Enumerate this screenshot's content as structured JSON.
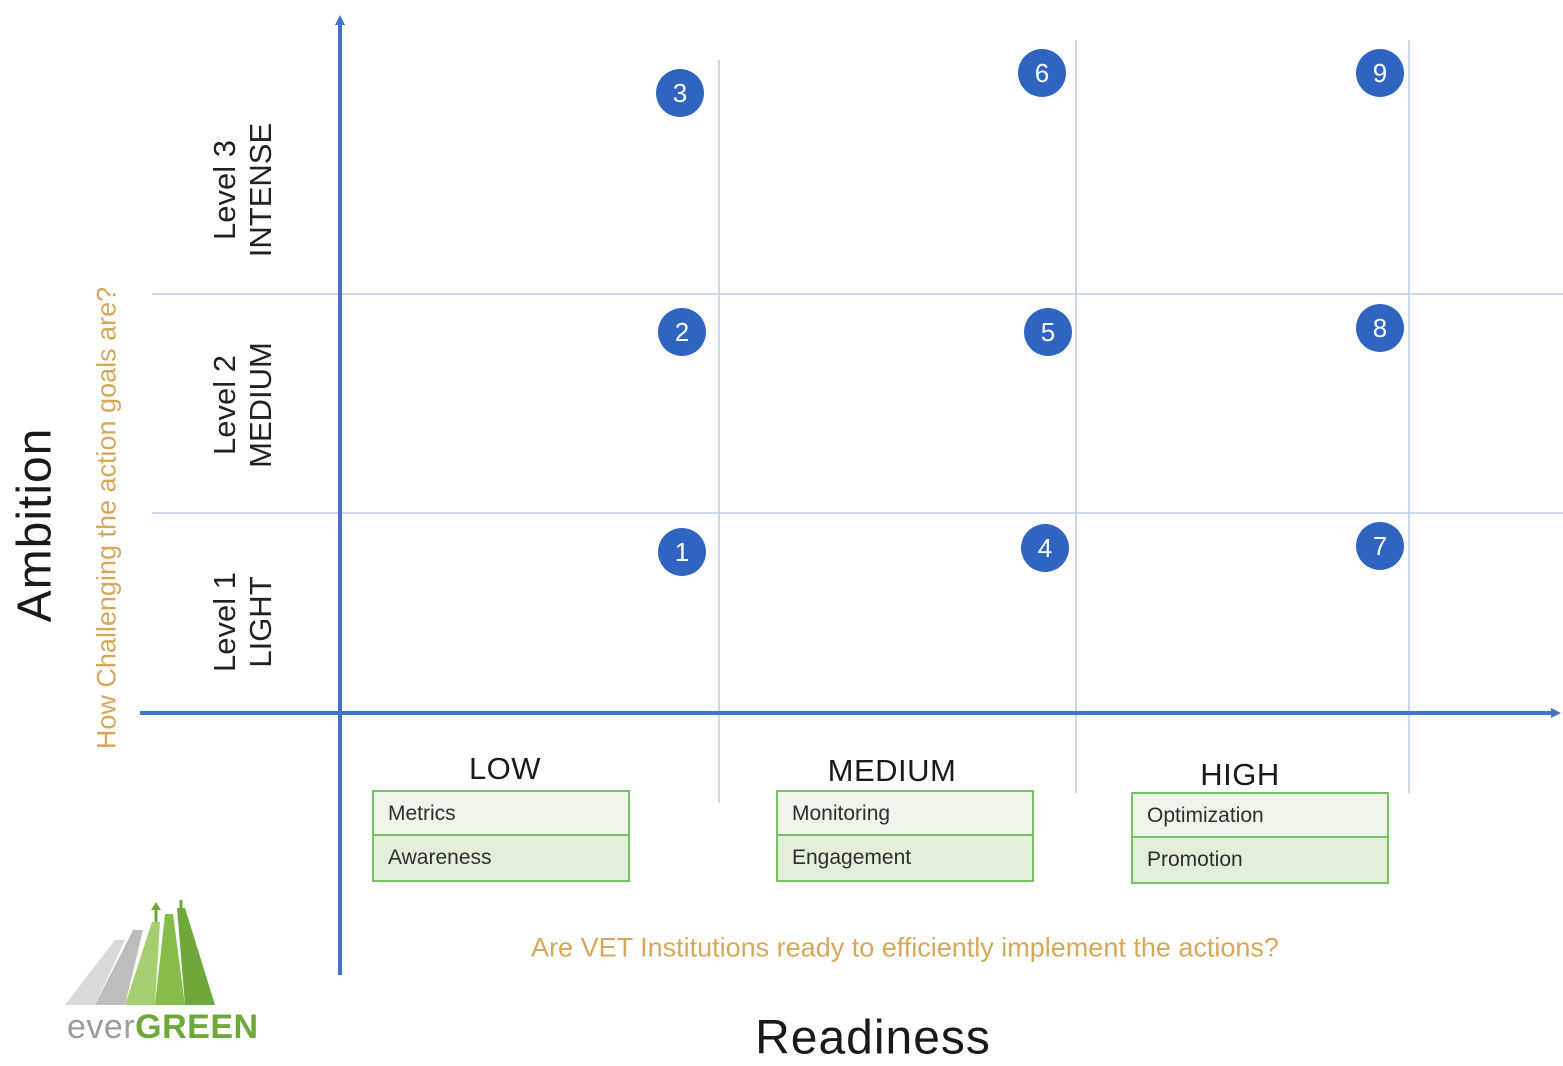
{
  "y_axis": {
    "title": "Ambition",
    "question": "How Challenging the action goals are?"
  },
  "x_axis": {
    "title": "Readiness",
    "question": "Are VET Institutions ready to efficiently implement the actions?"
  },
  "levels": [
    {
      "level": "Level 3",
      "name": "INTENSE"
    },
    {
      "level": "Level 2",
      "name": "MEDIUM"
    },
    {
      "level": "Level 1",
      "name": "LIGHT"
    }
  ],
  "readiness": [
    {
      "label": "LOW",
      "top": "Metrics",
      "bottom": "Awareness"
    },
    {
      "label": "MEDIUM",
      "top": "Monitoring",
      "bottom": "Engagement"
    },
    {
      "label": "HIGH",
      "top": "Optimization",
      "bottom": "Promotion"
    }
  ],
  "badges": [
    "1",
    "2",
    "3",
    "4",
    "5",
    "6",
    "7",
    "8",
    "9"
  ],
  "logo": {
    "part1": "ever",
    "part2": "GREEN"
  },
  "colors": {
    "axis": "#4472c4",
    "grid": "#b9cbe9",
    "badge": "#2f64c0",
    "question": "#d6a85a",
    "tag_border": "#79c062",
    "tag_fill": "#e9f4e3",
    "logo_green": "#6ea83a"
  }
}
